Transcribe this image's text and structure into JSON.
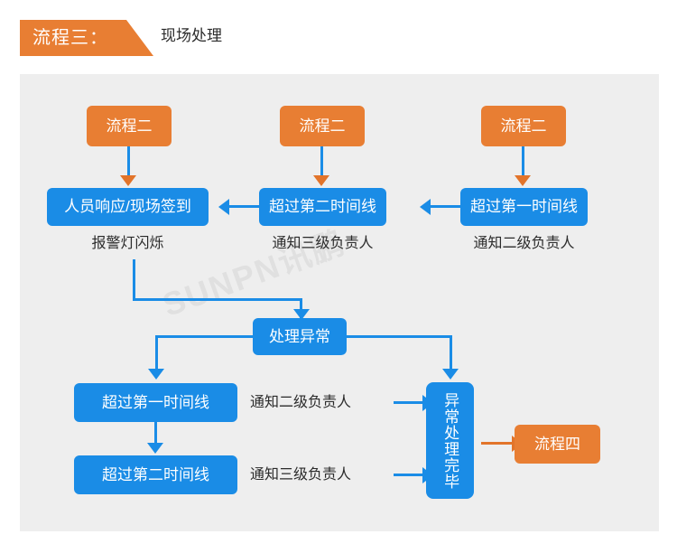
{
  "header": {
    "badge_label": "流程三：",
    "subtitle": "现场处理"
  },
  "watermark": {
    "text": "SUNPN讯鹏"
  },
  "flow": {
    "top_row": [
      {
        "source_label": "流程二",
        "box_label": "人员响应/现场签到",
        "caption": "报警灯闪烁"
      },
      {
        "source_label": "流程二",
        "box_label": "超过第二时间线",
        "caption": "通知三级负责人"
      },
      {
        "source_label": "流程二",
        "box_label": "超过第一时间线",
        "caption": "通知二级负责人"
      }
    ],
    "middle": {
      "box_label": "处理异常"
    },
    "bottom_left": [
      {
        "box_label": "超过第一时间线",
        "caption": "通知二级负责人"
      },
      {
        "box_label": "超过第二时间线",
        "caption": "通知三级负责人"
      }
    ],
    "result": {
      "box_label": "异常处理完毕"
    },
    "next": {
      "box_label": "流程四"
    }
  },
  "colors": {
    "orange": "#E87E33",
    "blue": "#1A8CE6",
    "panel_bg": "#eeeeee",
    "page_bg": "#ffffff",
    "text_dark": "#2b2b2b"
  }
}
